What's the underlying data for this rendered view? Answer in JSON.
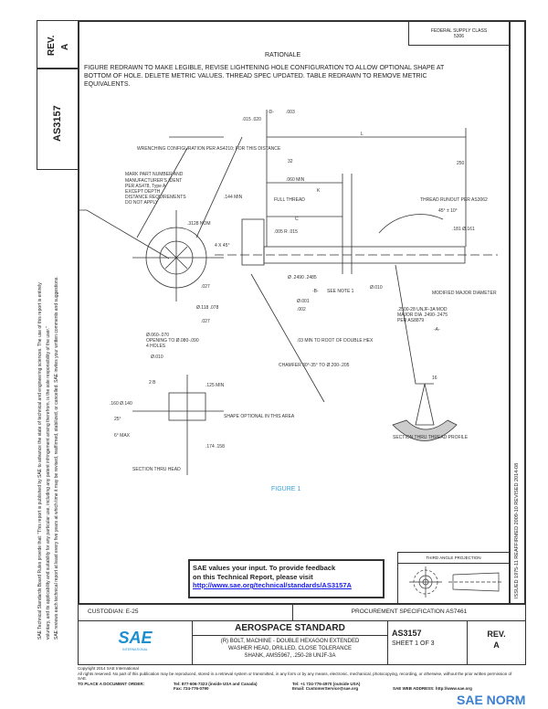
{
  "side_block": {
    "rev_label": "REV.",
    "rev_value": "A",
    "doc_number": "AS3157"
  },
  "side_notice": [
    "SAE Technical Standards Board Rules provide that: \"This report is published by SAE to advance the state of technical and engineering sciences. The use of this report is entirely",
    "voluntary, and its applicability and suitability for any particular use, including any patent infringement arising therefrom, is the sole responsibility of the user.\"",
    "SAE reviews each technical report at least every five years at which time it may be revised, reaffirmed, stabilized, or cancelled. SAE invites your written comments and suggestions."
  ],
  "fsc": {
    "line1": "FEDERAL SUPPLY CLASS",
    "line2": "5306"
  },
  "rationale": {
    "heading": "RATIONALE",
    "text": "FIGURE REDRAWN TO MAKE LEGIBLE, REVISE LIGHTENING HOLE CONFIGURATION TO ALLOW OPTIONAL SHAPE AT BOTTOM OF HOLE. DELETE METRIC VALUES. THREAD SPEC UPDATED. TABLE REDRAWN TO REMOVE METRIC EQUIVALENTS."
  },
  "drawing": {
    "wrenching_note": "WRENCHING CONFIGURATION PER AS4210; FOR THIS DISTANCE",
    "marking_note": [
      "MARK PART NUMBER AND",
      "MANUFACTURER'S IDENT",
      "PER AS478, Type A",
      "EXCEPT DEPTH",
      "DISTANCE REQUIREMENTS",
      "DO NOT APPLY"
    ],
    "across_flats": ".3128 NOM",
    "chamfer_4x": "4 X 45°",
    "min_144": ".144 MIN",
    "min_060": ".060 MIN",
    "dim_l": "L",
    "dim_k": "K",
    "full_thread": "FULL THREAD",
    "dim_c": "C",
    "radius": ".005 R .015",
    "head_runout": "THREAD RUNOUT PER AS3062",
    "angle": "45° ± 10°",
    "dia_181": ".181 Ø.161",
    "dim_015": ".015 .020",
    "finish_32": "32",
    "finish_250": "250",
    "datum_b": "-B-",
    "datum_d": "-D-",
    "datum_a": "-A-",
    "fcf_perp": [
      ".003",
      "B"
    ],
    "fcf_027a": [
      ".027",
      "B"
    ],
    "fcf_027b": [
      ".027",
      "B"
    ],
    "fcf_pos_hole": [
      "Ø.010",
      "D",
      "B"
    ],
    "fcf_pos_thread": [
      "Ø.010",
      "B"
    ],
    "fcf_straight": [
      "Ø.001",
      "A"
    ],
    "fcf_runout": [
      ".002",
      "A"
    ],
    "shank_dia": "Ø .2490 .2485",
    "see_note": "SEE NOTE 1",
    "mod_major": "MODIFIED MAJOR DIAMETER",
    "thread_spec": [
      ".2500-28 UNJF-3A MOD",
      "MAJOR DIA .2490-.2475",
      "PER AS8879"
    ],
    "dia_118": "Ø.118 .078",
    "holes": [
      "Ø.060-.070",
      "OPENING TO Ø.080-.090",
      "4 HOLES"
    ],
    "root_note": ".03 MIN TO ROOT OF DOUBLE HEX",
    "chamfer_note": "CHAMFER 30°-35° TO Ø.200-.205",
    "sec_head": "SECTION THRU HEAD",
    "sec_thread": "SECTION THRU THREAD PROFILE",
    "min_125": ".125 MIN",
    "dia_160": ".160 Ø.140",
    "angle_25": "25°",
    "max_6": "6° MAX",
    "dim_174": ".174 .158",
    "shape_optional": "SHAPE OPTIONAL IN THIS AREA",
    "finish_16": "16",
    "fcf_small": "2 B"
  },
  "figure_caption": "FIGURE 1",
  "feedback": {
    "line1": "SAE values your input. To provide feedback",
    "line2": "on this Technical Report, please visit",
    "link": "http://www.sae.org/technical/standards/AS3157A"
  },
  "projection_label": "THIRD ANGLE PROJECTION",
  "history": "ISSUED 1975-11    REAFFIRMED 2009-10    REVISED 2014-08",
  "custodian": "CUSTODIAN: E-25",
  "procurement": "PROCUREMENT SPECIFICATION AS7461",
  "title_block": {
    "logo_text": "SAE",
    "logo_sub": "INTERNATIONAL",
    "heading": "AEROSPACE STANDARD",
    "title_lines": [
      "(R) BOLT, MACHINE - DOUBLE HEXAGON EXTENDED",
      "WASHER HEAD, DRILLED, CLOSE TOLERANCE",
      "SHANK, AMS5967, .250-28 UNJF-3A"
    ],
    "doc_number": "AS3157",
    "sheet": "SHEET 1 OF 3",
    "rev_label": "REV.",
    "rev_value": "A"
  },
  "footer": {
    "copyright": "Copyright 2014 SAE International",
    "rights": "All rights reserved. No part of this publication may be reproduced, stored in a retrieval system or transmitted, in any form or by any means, electronic, mechanical, photocopying, recording, or otherwise, without the prior written permission of SAE.",
    "order_label": "TO PLACE A DOCUMENT ORDER:",
    "tel_us": "Tel: 877-606-7323 (inside USA and Canada)",
    "fax": "Fax: 724-776-0790",
    "tel_intl": "Tel: +1 724-776-4970 (outside USA)",
    "email": "Email: CustomerService@sae.org",
    "web": "SAE WEB ADDRESS: http://www.sae.org"
  },
  "watermark": "SAE NORM",
  "colors": {
    "link": "#1a1aee",
    "figure_caption": "#3aa0d8",
    "logo": "#1b8fd0",
    "watermark": "#3a7fd0"
  }
}
